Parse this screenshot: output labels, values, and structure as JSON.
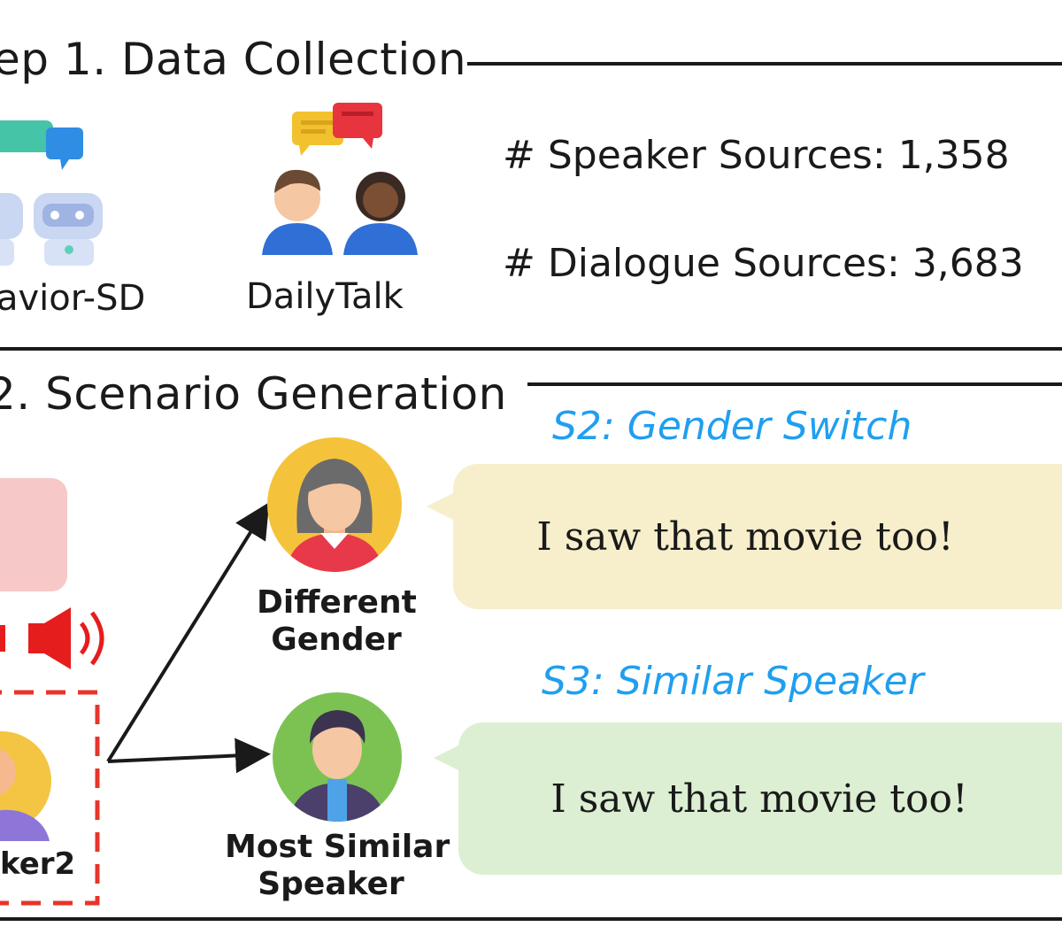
{
  "step1": {
    "title": "ep 1. Data Collection",
    "sources": [
      {
        "label": "avior-SD",
        "icon": "robot-chat-icon"
      },
      {
        "label": "DailyTalk",
        "icon": "people-chat-icon"
      }
    ],
    "stats": [
      {
        "label": "# Speaker Sources:",
        "value": "1,358"
      },
      {
        "label": "# Dialogue Sources:",
        "value": "3,683"
      }
    ]
  },
  "step2": {
    "title": "2.  Scenario Generation",
    "speaker_label": "ker2",
    "scenarios": [
      {
        "title": "S2: Gender Switch",
        "caption_line1": "Different",
        "caption_line2": "Gender",
        "utterance": "I saw that movie too!",
        "bubble_color": "#f7eecb"
      },
      {
        "title": "S3: Similar Speaker",
        "caption_line1": "Most Similar",
        "caption_line2": "Speaker",
        "utterance": "I saw that movie too!",
        "bubble_color": "#dcefd3"
      }
    ]
  },
  "colors": {
    "accent_blue": "#1f9ff0",
    "dashed_red": "#e8342a",
    "line": "#1a1a1a"
  }
}
